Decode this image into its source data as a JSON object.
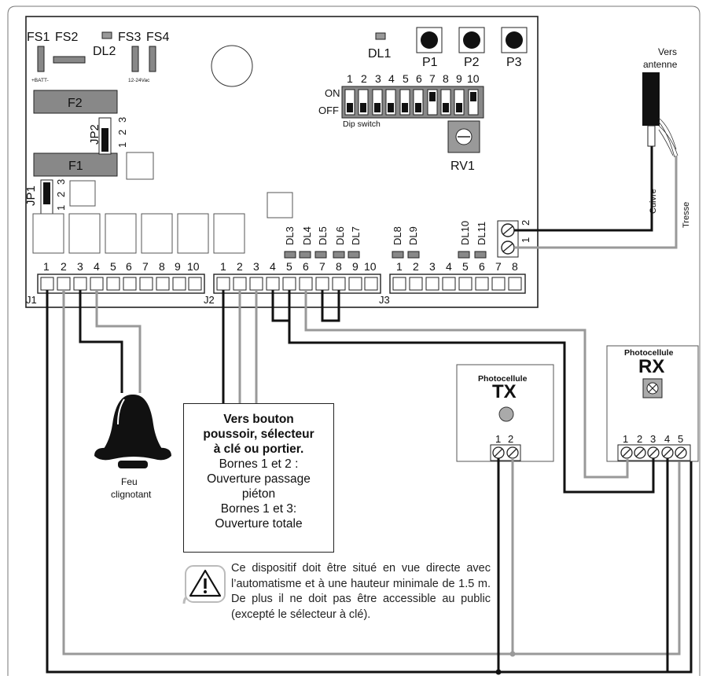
{
  "board": {
    "fuses_labels": [
      "FS1",
      "FS2",
      "FS3",
      "FS4"
    ],
    "fs_sub_left": "+BATT-",
    "fs_sub_right": "12-24Vac",
    "leds_top": [
      "DL2",
      "DL1"
    ],
    "fuse_f2": "F2",
    "fuse_f1": "F1",
    "jp2": "JP2",
    "jp1": "JP1",
    "jumper_pins": [
      "1",
      "2",
      "3"
    ],
    "buttons": [
      "P1",
      "P2",
      "P3"
    ],
    "dip_numbers": [
      "1",
      "2",
      "3",
      "4",
      "5",
      "6",
      "7",
      "8",
      "9",
      "10"
    ],
    "dip_on": "ON",
    "dip_off": "OFF",
    "dip_caption": "Dip switch",
    "rv1": "RV1",
    "j2_leds": [
      "DL3",
      "DL4",
      "DL5",
      "DL6",
      "DL7"
    ],
    "j3_leds": [
      "DL8",
      "DL9",
      "DL10",
      "DL11"
    ],
    "j1": "J1",
    "j2": "J2",
    "j3": "J3",
    "j1_numbers": [
      "1",
      "2",
      "3",
      "4",
      "5",
      "6",
      "7",
      "8",
      "9",
      "10"
    ],
    "j2_numbers": [
      "1",
      "2",
      "3",
      "4",
      "5",
      "6",
      "7",
      "8",
      "9",
      "10"
    ],
    "j3_numbers": [
      "1",
      "2",
      "3",
      "4",
      "5",
      "6",
      "7",
      "8"
    ],
    "antenna_terminals": [
      "2",
      "1"
    ]
  },
  "antenna": {
    "title_line1": "Vers",
    "title_line2": "antenne",
    "wire_core": "Cuivre",
    "wire_shield": "Tresse"
  },
  "lamp": {
    "label_line1": "Feu",
    "label_line2": "clignotant"
  },
  "tx": {
    "heading": "Photocellule",
    "code": "TX",
    "terminals": [
      "1",
      "2"
    ]
  },
  "rx": {
    "heading": "Photocellule",
    "code": "RX",
    "terminals": [
      "1",
      "2",
      "3",
      "4",
      "5"
    ]
  },
  "note": {
    "line1": "Vers bouton",
    "line2": "poussoir, sélecteur",
    "line3": "à clé ou portier.",
    "line4": "Bornes 1 et 2 :",
    "line5": "Ouverture passage",
    "line6": "piéton",
    "line7": "Bornes 1 et 3:",
    "line8": "Ouverture totale"
  },
  "warning": {
    "text": "Ce dispositif doit être situé en vue directe avec l’automatisme et à une hauteur minimale de 1.5 m. De plus il ne doit pas être accessible au public (excepté le sélecteur à clé).",
    "icon": "warning-triangle-icon"
  }
}
